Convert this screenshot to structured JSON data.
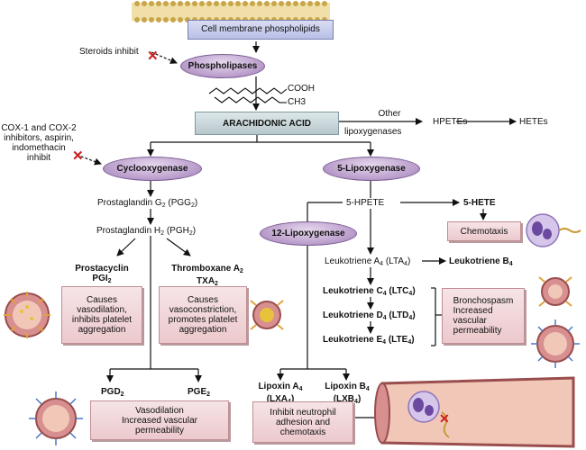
{
  "membrane": {
    "label": "Cell membrane phospholipids"
  },
  "steroids": {
    "label": "Steroids inhibit"
  },
  "phospholipases": {
    "label": "Phospholipases"
  },
  "molecule": {
    "cooh": "COOH",
    "ch3": "CH3"
  },
  "arachidonic": {
    "label": "ARACHIDONIC ACID"
  },
  "other_lipoxygenases": {
    "line1": "Other",
    "line2": "lipoxygenases"
  },
  "hpetes": "HPETEs",
  "hetes": "HETEs",
  "cox_inhibitors": {
    "line1": "COX-1 and COX-2",
    "line2": "inhibitors, aspirin,",
    "line3": "indomethacin",
    "line4": "inhibit"
  },
  "cyclooxygenase": {
    "label": "Cyclooxygenase"
  },
  "lipoxygenase5": {
    "label": "5-Lipoxygenase"
  },
  "pgg2": {
    "prefix": "Prostaglandin G",
    "sub": "2",
    "suffix": " (PGG",
    "sub2": "2",
    "end": ")"
  },
  "pgh2": {
    "prefix": "Prostaglandin H",
    "sub": "2",
    "suffix": " (PGH",
    "sub2": "2",
    "end": ")"
  },
  "prostacyclin": {
    "line1": "Prostacyclin",
    "line2": "PGI",
    "sub": "2"
  },
  "thromboxane": {
    "line1": "Thromboxane A",
    "sub1": "2",
    "line2": "TXA",
    "sub2": "2"
  },
  "prostacyclin_effect": {
    "line1": "Causes",
    "line2": "vasodilation,",
    "line3": "inhibits platelet",
    "line4": "aggregation"
  },
  "thromboxane_effect": {
    "line1": "Causes",
    "line2": "vasoconstriction,",
    "line3": "promotes platelet",
    "line4": "aggregation"
  },
  "pgd2": {
    "prefix": "PGD",
    "sub": "2"
  },
  "pge2": {
    "prefix": "PGE",
    "sub": "2"
  },
  "pg_effect": {
    "line1": "Vasodilation",
    "line2": "Increased vascular",
    "line3": "permeability"
  },
  "hpete5": "5-HPETE",
  "hete5": "5-HETE",
  "chemotaxis": "Chemotaxis",
  "lipoxygenase12": {
    "label": "12-Lipoxygenase"
  },
  "lta4": {
    "prefix": "Leukotriene A",
    "sub": "4",
    "suffix": " (LTA",
    "sub2": "4",
    "end": ")"
  },
  "ltb4": {
    "prefix": "Leukotriene B",
    "sub": "4"
  },
  "ltc4": {
    "prefix": "Leukotriene C",
    "sub": "4",
    "suffix": " (LTC",
    "sub2": "4",
    "end": ")"
  },
  "ltd4": {
    "prefix": "Leukotriene D",
    "sub": "4",
    "suffix": " (LTD",
    "sub2": "4",
    "end": ")"
  },
  "lte4": {
    "prefix": "Leukotriene E",
    "sub": "4",
    "suffix": " (LTE",
    "sub2": "4",
    "end": ")"
  },
  "leukotriene_effect": {
    "line1": "Bronchospasm",
    "line2": "Increased",
    "line3": "vascular",
    "line4": "permeability"
  },
  "lipoxin_a4": {
    "prefix": "Lipoxin A",
    "sub": "4",
    "line2": "(LXA",
    "sub2": "4",
    "end": ")"
  },
  "lipoxin_b4": {
    "prefix": "Lipoxin B",
    "sub": "4",
    "line2": "(LXB",
    "sub2": "4",
    "end": ")"
  },
  "lipoxin_effect": {
    "line1": "Inhibit neutrophil",
    "line2": "adhesion and",
    "line3": "chemotaxis"
  },
  "colors": {
    "ellipse": "#b79ac9",
    "pink_box": "#f0d3d6",
    "arachidonic_box": "#c6d4d8",
    "membrane_box": "#c6cbec",
    "inhibit_x": "#cc1d1d",
    "vessel": "#c97a7a"
  }
}
